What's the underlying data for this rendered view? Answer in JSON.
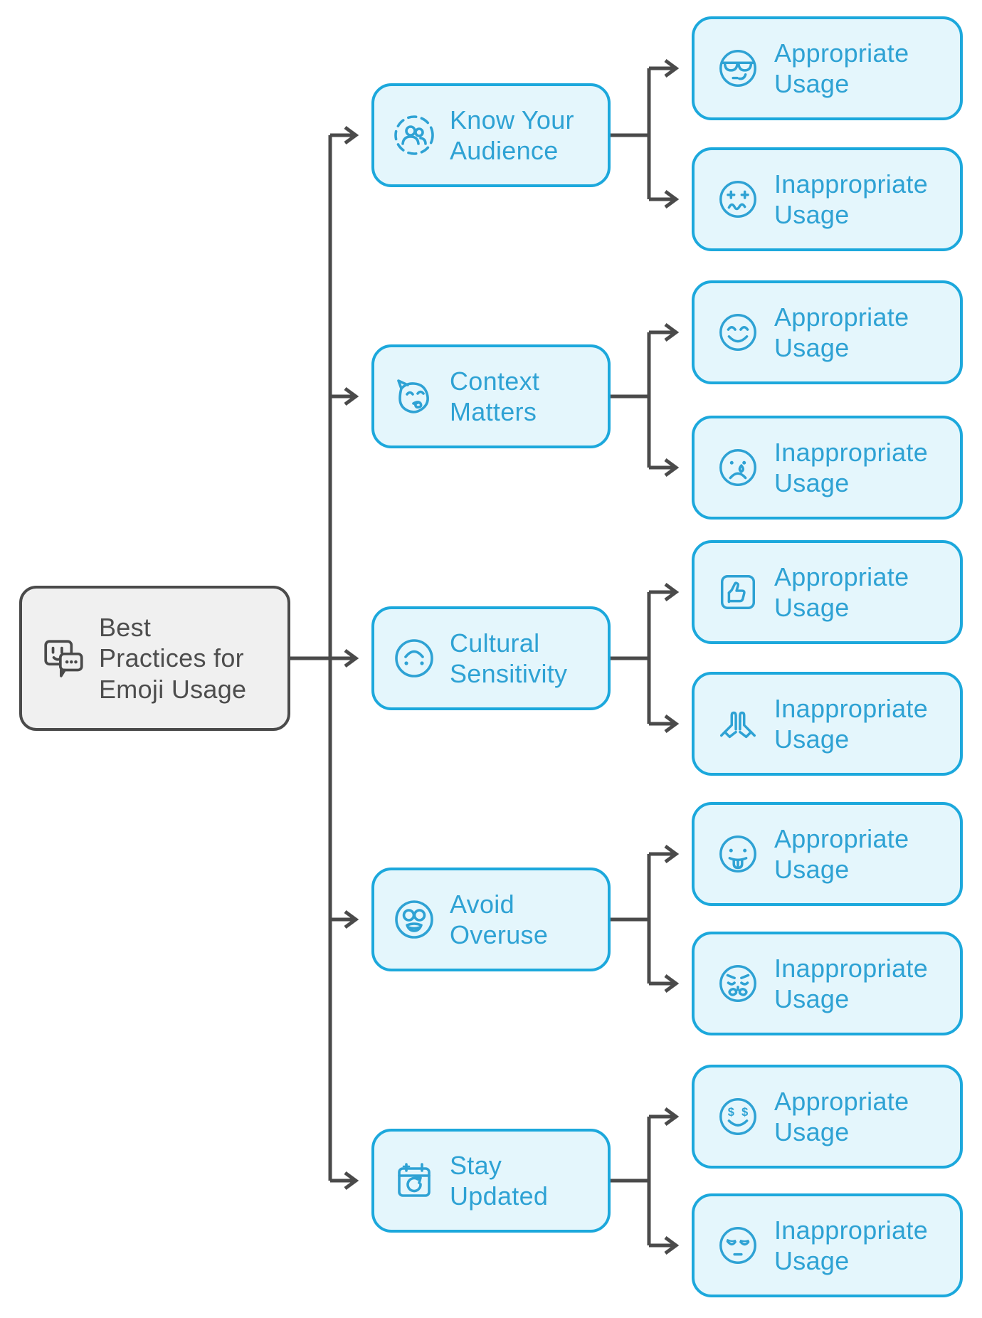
{
  "root": {
    "label": "Best Practices for Emoji Usage",
    "icon": "chat-bubbles-emoji-icon"
  },
  "branches": [
    {
      "label": "Know Your Audience",
      "icon": "audience-users-icon",
      "children": [
        {
          "label": "Appropriate Usage",
          "icon": "cool-sunglasses-face-icon"
        },
        {
          "label": "Inappropriate Usage",
          "icon": "confounded-plus-eyes-face-icon"
        }
      ]
    },
    {
      "label": "Context Matters",
      "icon": "partying-face-icon",
      "children": [
        {
          "label": "Appropriate Usage",
          "icon": "smiling-face-icon"
        },
        {
          "label": "Inappropriate Usage",
          "icon": "crying-face-icon"
        }
      ]
    },
    {
      "label": "Cultural Sensitivity",
      "icon": "upside-down-face-icon",
      "children": [
        {
          "label": "Appropriate Usage",
          "icon": "thumbs-up-square-icon"
        },
        {
          "label": "Inappropriate Usage",
          "icon": "folded-hands-icon"
        }
      ]
    },
    {
      "label": "Avoid Overuse",
      "icon": "glasses-grimace-face-icon",
      "children": [
        {
          "label": "Appropriate Usage",
          "icon": "tongue-out-face-icon"
        },
        {
          "label": "Inappropriate Usage",
          "icon": "steam-angry-face-icon"
        }
      ]
    },
    {
      "label": "Stay Updated",
      "icon": "calendar-refresh-icon",
      "children": [
        {
          "label": "Appropriate Usage",
          "icon": "money-eyes-face-icon"
        },
        {
          "label": "Inappropriate Usage",
          "icon": "pensive-face-icon"
        }
      ]
    }
  ],
  "colors": {
    "node_border": "#1CA8DC",
    "node_fill": "#E4F6FC",
    "node_text": "#2EA2D4",
    "root_border": "#4A4A4A",
    "root_fill": "#F0F0F0",
    "root_text": "#4D4D4D",
    "connector": "#4A4A4A",
    "background": "#FFFFFF"
  }
}
